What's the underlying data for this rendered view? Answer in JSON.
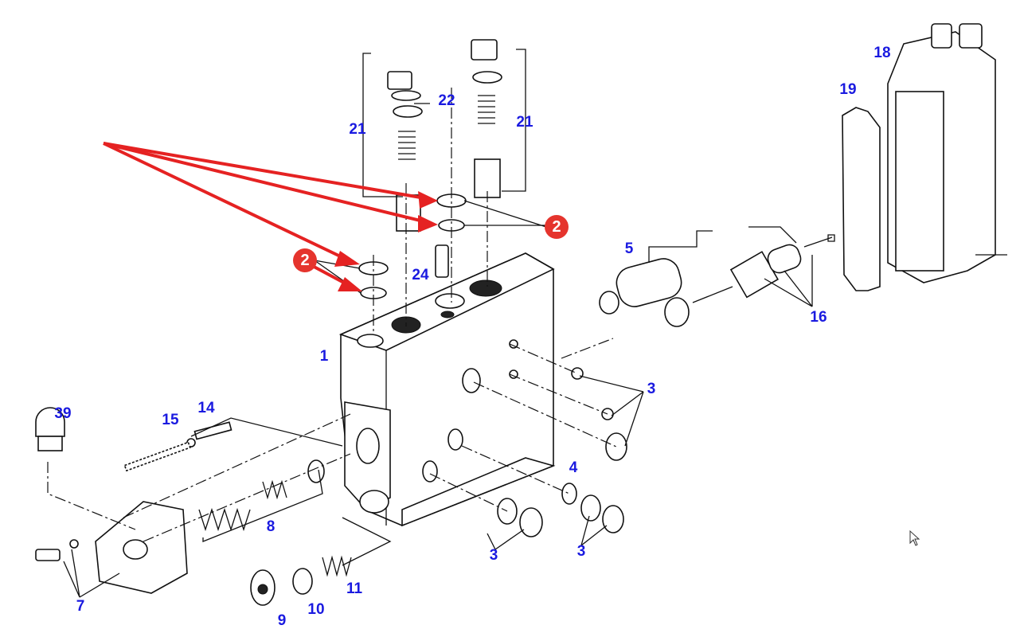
{
  "diagram": {
    "colors": {
      "label": "#1a1ae0",
      "callout": "#e5342d",
      "line": "#111111"
    },
    "labels": {
      "l21a": "21",
      "l22": "22",
      "l21b": "21",
      "l18": "18",
      "l19": "19",
      "l5": "5",
      "l24": "24",
      "l16": "16",
      "l1": "1",
      "l3a": "3",
      "l39": "39",
      "l15": "15",
      "l14": "14",
      "l4": "4",
      "l8": "8",
      "l3b": "3",
      "l3c": "3",
      "l7": "7",
      "l9": "9",
      "l10": "10",
      "l11": "11"
    },
    "callouts": {
      "c1": "2",
      "c2": "2"
    },
    "cursor_icon": "mouse-pointer-icon"
  }
}
